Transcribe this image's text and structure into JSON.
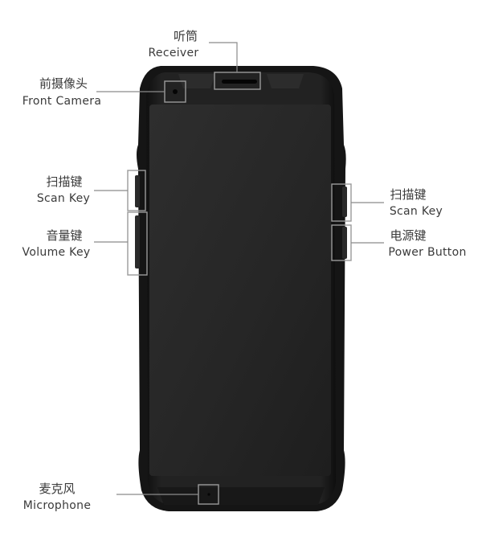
{
  "labels": {
    "receiver": {
      "cn": "听筒",
      "en": "Receiver"
    },
    "front_camera": {
      "cn": "前摄像头",
      "en": "Front Camera"
    },
    "scan_key_left": {
      "cn": "扫描键",
      "en": "Scan Key"
    },
    "volume_key": {
      "cn": "音量键",
      "en": "Volume Key"
    },
    "scan_key_right": {
      "cn": "扫描键",
      "en": "Scan Key"
    },
    "power_button": {
      "cn": "电源键",
      "en": "Power Button"
    },
    "microphone": {
      "cn": "麦克风",
      "en": "Microphone"
    }
  },
  "colors": {
    "device_body": "#1c1c1c",
    "device_bumper": "#141414",
    "screen": "#2a2a2a",
    "label_text": "#3a3a3a",
    "callout": "#8a8a8a"
  }
}
